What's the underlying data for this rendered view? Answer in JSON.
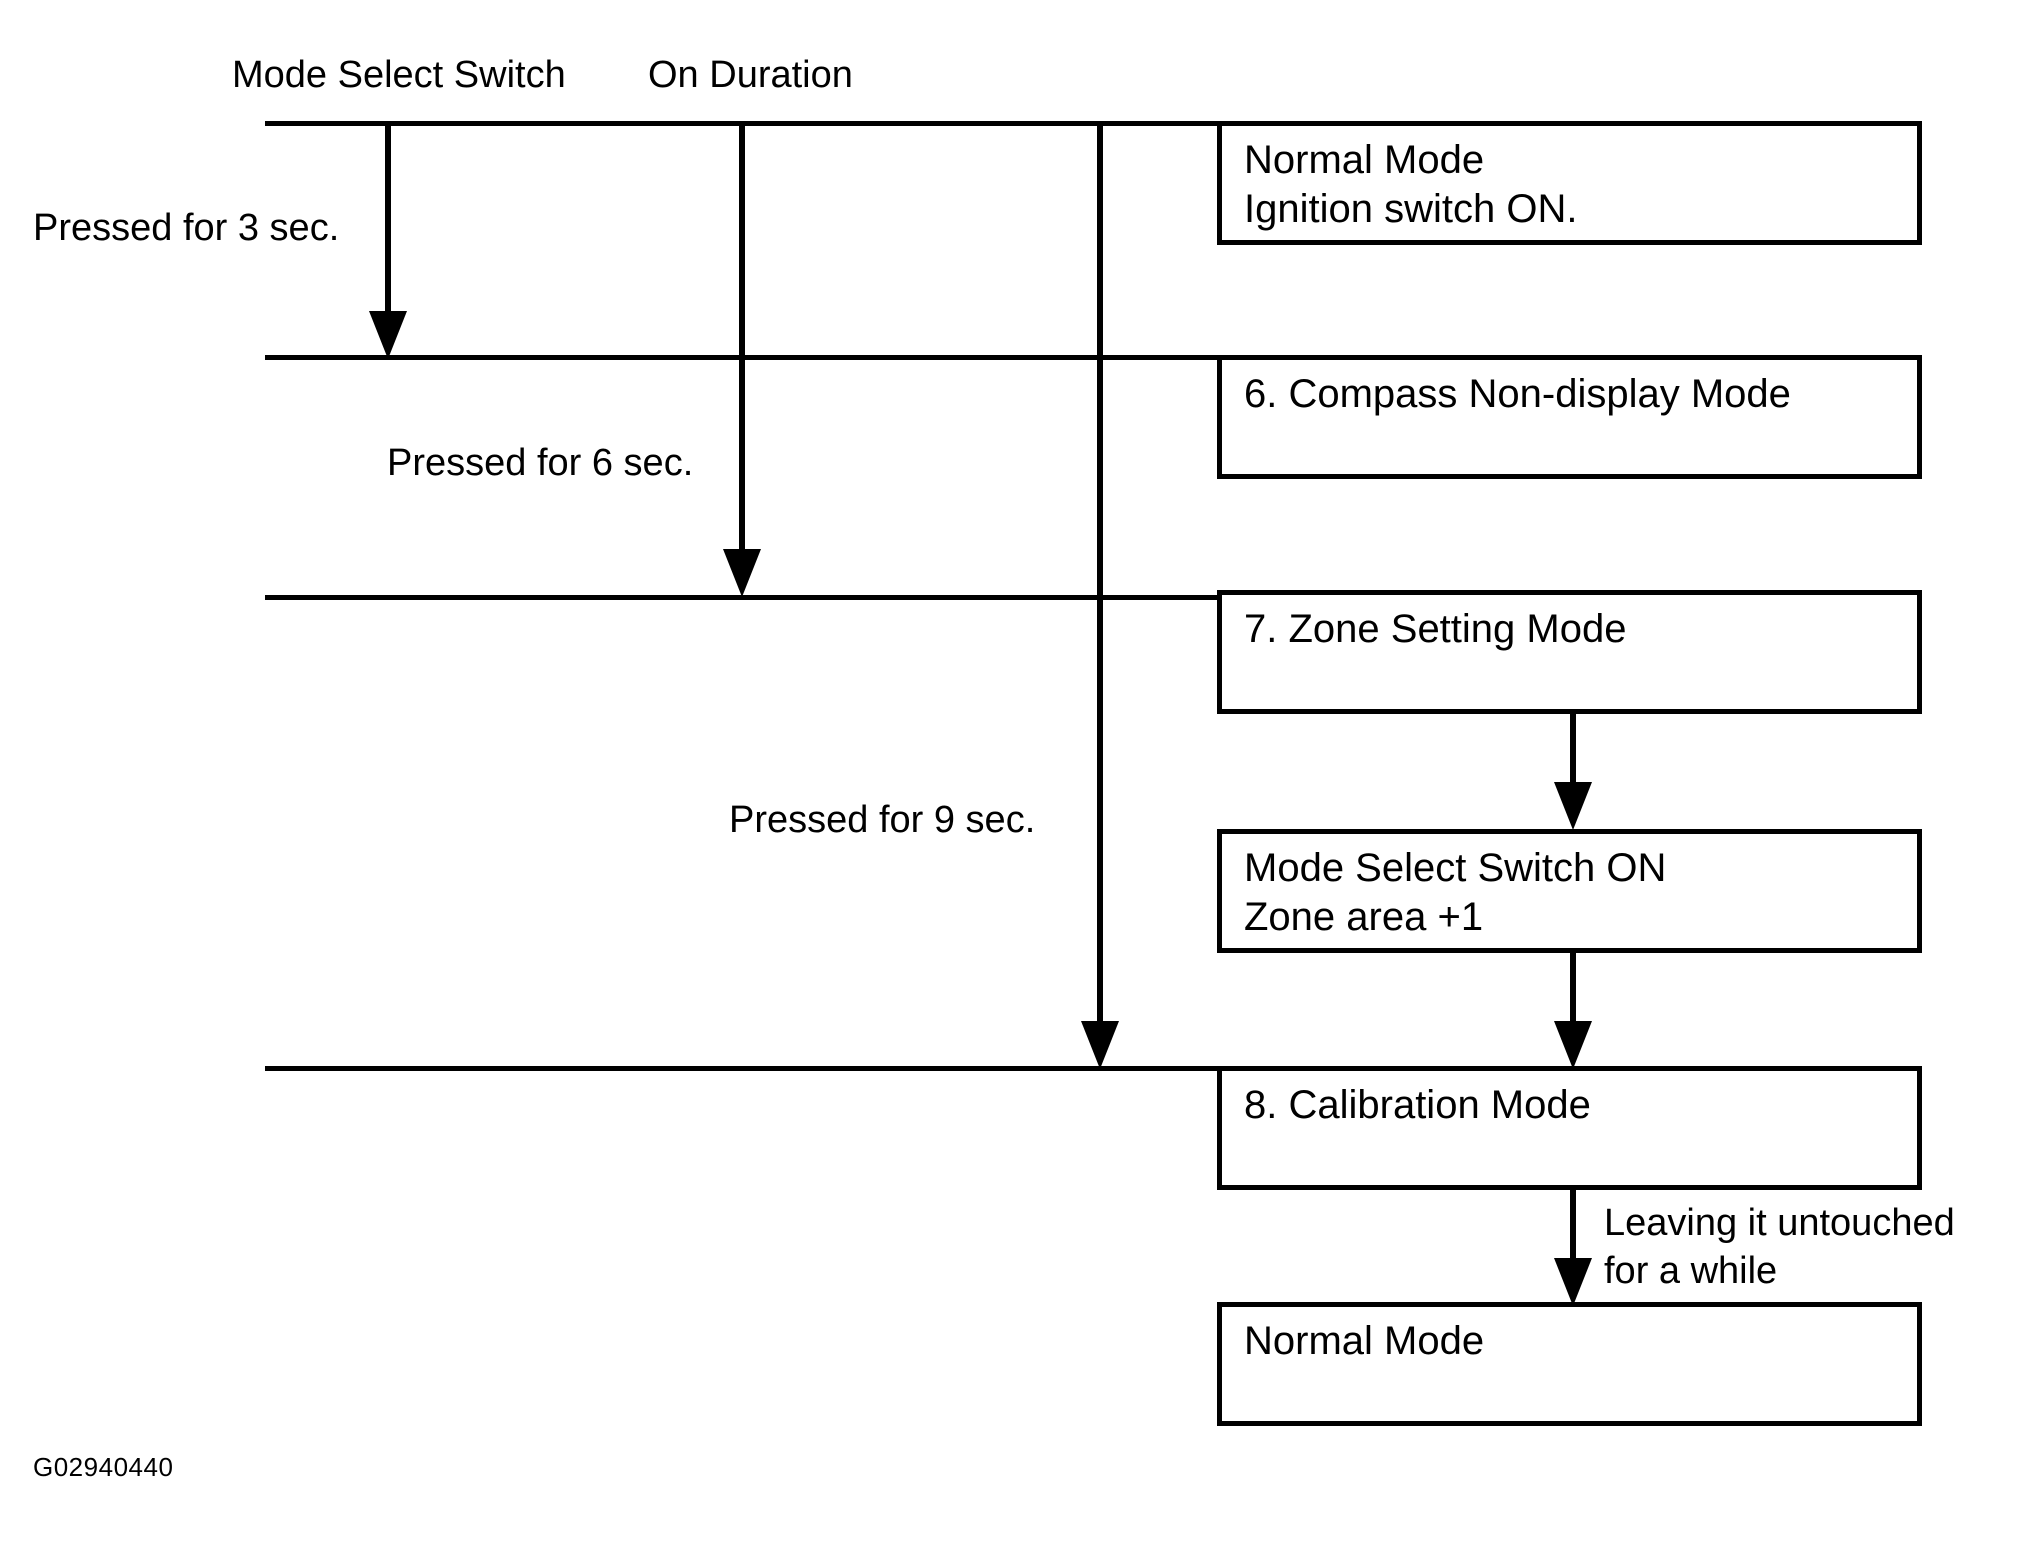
{
  "figure": {
    "id_label": "G02940440",
    "headers": {
      "mode_select_switch": "Mode Select Switch",
      "on_duration": "On Duration"
    },
    "duration_labels": [
      {
        "text": "Pressed for 3 sec."
      },
      {
        "text": "Pressed for 6 sec."
      },
      {
        "text": "Pressed for 9 sec."
      }
    ],
    "transition_note": "Leaving it untouched\nfor a while",
    "transition_note_line1": "Leaving it untouched",
    "transition_note_line2": "for a while",
    "boxes": [
      {
        "line1": "Normal Mode",
        "line2": "Ignition switch ON."
      },
      {
        "line1": "6. Compass Non-display Mode",
        "line2": ""
      },
      {
        "line1": "7. Zone Setting Mode",
        "line2": ""
      },
      {
        "line1": "Mode Select Switch ON",
        "line2": "Zone area +1"
      },
      {
        "line1": "8. Calibration Mode",
        "line2": ""
      },
      {
        "line1": "Normal Mode",
        "line2": ""
      }
    ],
    "colors": {
      "stroke": "#000000",
      "background": "#ffffff"
    }
  }
}
